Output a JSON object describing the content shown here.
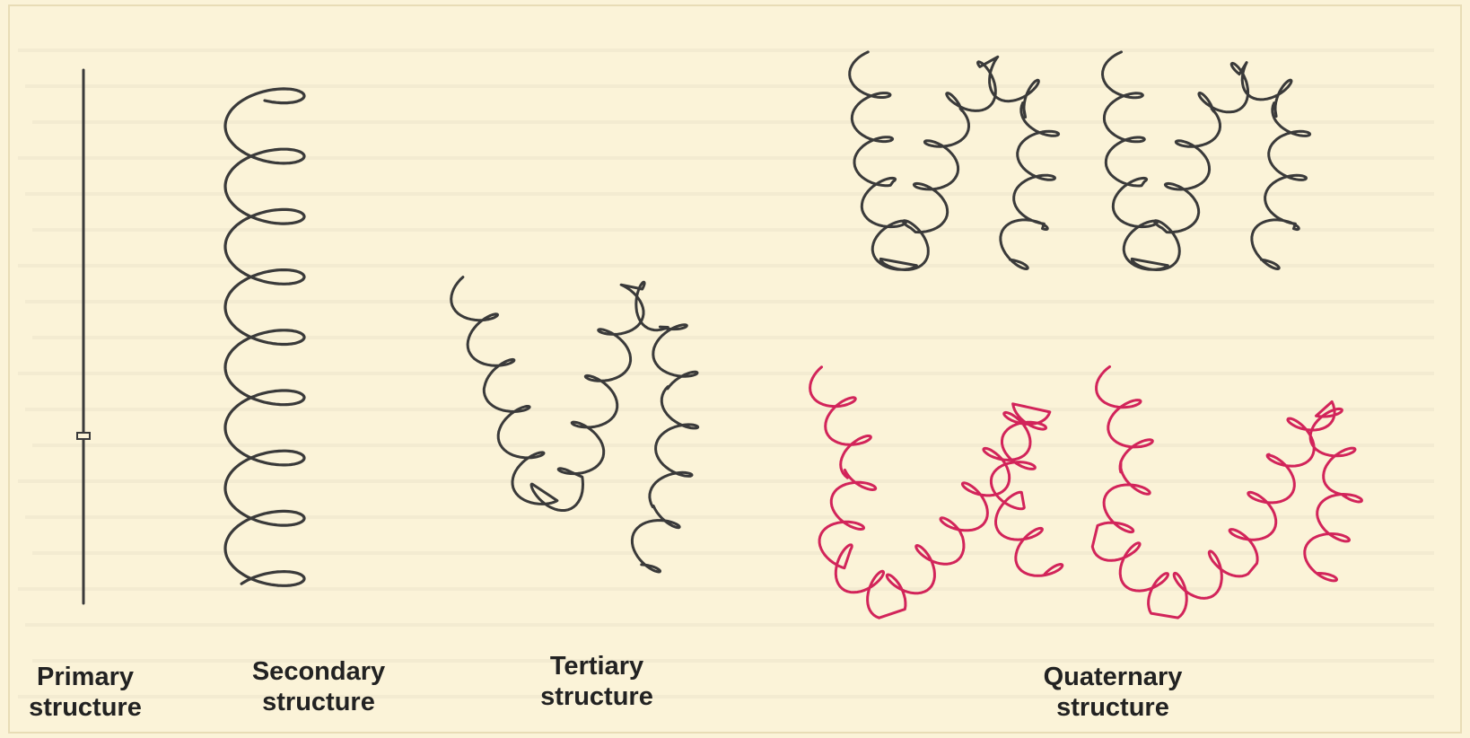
{
  "colors": {
    "paper": "#fbf3d8",
    "ink": "#3a3a3a",
    "quaternary_accent": "#d2245a"
  },
  "figure": {
    "primary": {
      "line1": "Primary",
      "line2": "structure"
    },
    "secondary": {
      "line1": "Secondary",
      "line2": "structure"
    },
    "tertiary": {
      "line1": "Tertiary",
      "line2": "structure"
    },
    "quaternary": {
      "line1": "Quaternary",
      "line2": "structure"
    }
  }
}
